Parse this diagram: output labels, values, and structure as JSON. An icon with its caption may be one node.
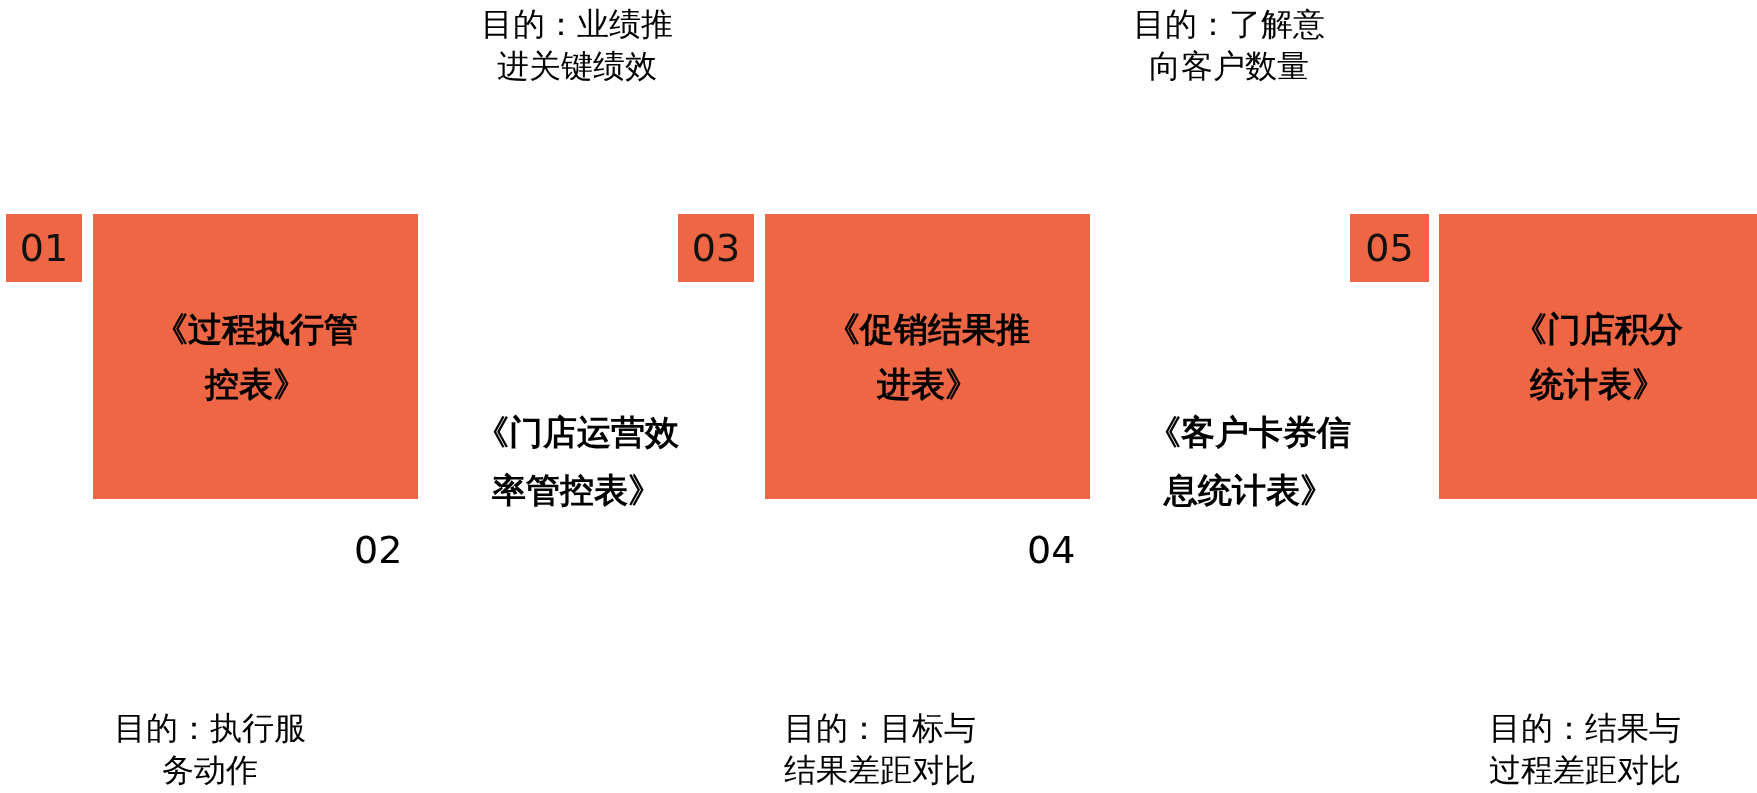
{
  "diagram": {
    "nodes": [
      {
        "text": [
          "01"
        ]
      },
      {
        "text": [
          "《过程执行管控表》"
        ]
      },
      {
        "text": [
          "03"
        ]
      },
      {
        "text": [
          "《促销结果推进表》"
        ]
      },
      {
        "text": [
          "05"
        ]
      },
      {
        "text": [
          "《门店积分统计表》"
        ]
      }
    ],
    "labels": [
      "目的：业绩推进关键绩效",
      "目的：了解意向客户数量",
      "《门店运营效率管控表》",
      "《客户卡券信息统计表》",
      "02",
      "04",
      "目的：执行服务动作",
      "目的：目标与结果差距对比",
      "目的：结果与过程差距对比"
    ]
  }
}
